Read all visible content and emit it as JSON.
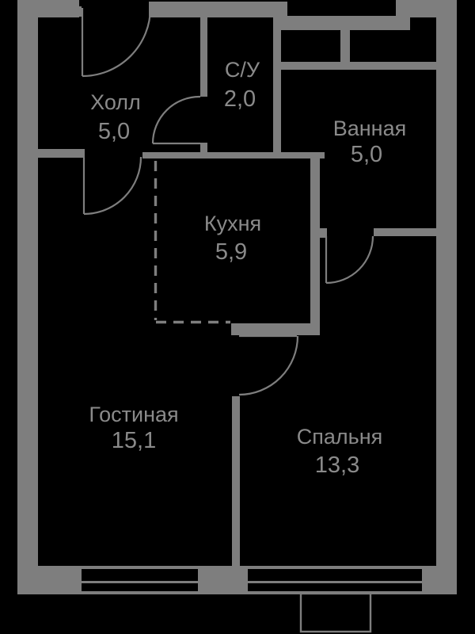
{
  "plan": {
    "type": "apartment-floor-plan",
    "rooms": [
      {
        "id": "hall",
        "name": "Холл",
        "area": "5,0"
      },
      {
        "id": "wc",
        "name": "С/У",
        "area": "2,0"
      },
      {
        "id": "bathroom",
        "name": "Ванная",
        "area": "5,0"
      },
      {
        "id": "kitchen",
        "name": "Кухня",
        "area": "5,9"
      },
      {
        "id": "living",
        "name": "Гостиная",
        "area": "15,1"
      },
      {
        "id": "bedroom",
        "name": "Спальня",
        "area": "13,3"
      }
    ],
    "features": {
      "doors": [
        "entrance-door",
        "living-room-door",
        "wc-door",
        "bathroom-door",
        "bedroom-door"
      ],
      "windows": [
        "living-room-window",
        "bedroom-window"
      ],
      "balcony": "balcony-outline",
      "open_kitchen_boundary": "dashed"
    },
    "colors": {
      "background": "#000000",
      "walls": "#7e7e7e",
      "text": "#8a8a8a"
    }
  }
}
